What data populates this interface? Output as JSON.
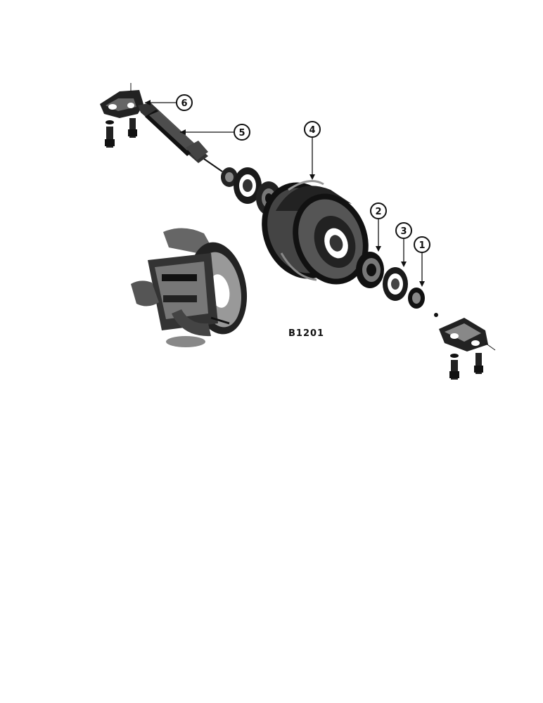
{
  "figure_code": "B1201",
  "callouts": [
    {
      "id": "6",
      "label": "6"
    },
    {
      "id": "5",
      "label": "5"
    },
    {
      "id": "4",
      "label": "4"
    },
    {
      "id": "2",
      "label": "2"
    },
    {
      "id": "3",
      "label": "3"
    },
    {
      "id": "1",
      "label": "1"
    }
  ],
  "colors": {
    "ink": "#111111",
    "paper": "#ffffff",
    "shade": "#555555"
  }
}
